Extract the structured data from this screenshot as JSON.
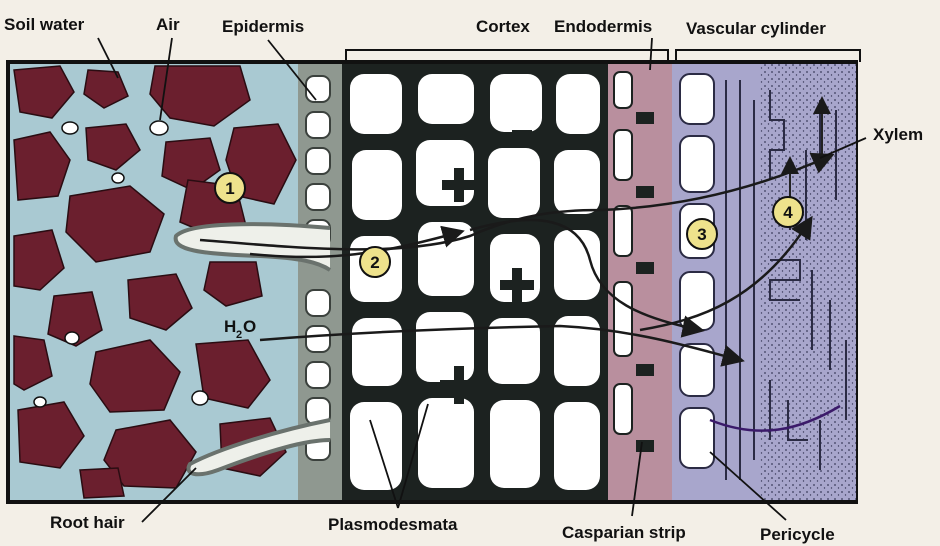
{
  "labels": {
    "soil_water": "Soil water",
    "air": "Air",
    "epidermis": "Epidermis",
    "cortex": "Cortex",
    "endodermis": "Endodermis",
    "vascular_cylinder": "Vascular cylinder",
    "xylem": "Xylem",
    "root_hair": "Root hair",
    "plasmodesmata": "Plasmodesmata",
    "casparian_strip": "Casparian strip",
    "pericycle": "Pericycle",
    "water_main": "H",
    "water_sub": "2",
    "water_end": "O"
  },
  "pathway_markers": [
    "1",
    "2",
    "3",
    "4"
  ],
  "colors": {
    "soil_particle": "#6b1f2e",
    "soil_water": "#a9c9d2",
    "cell_wall": "#1c2220",
    "epidermis_wall": "#8f9890",
    "endodermis": "#b98f9e",
    "vascular": "#a8a6cc",
    "marker_fill": "#eee28c"
  }
}
